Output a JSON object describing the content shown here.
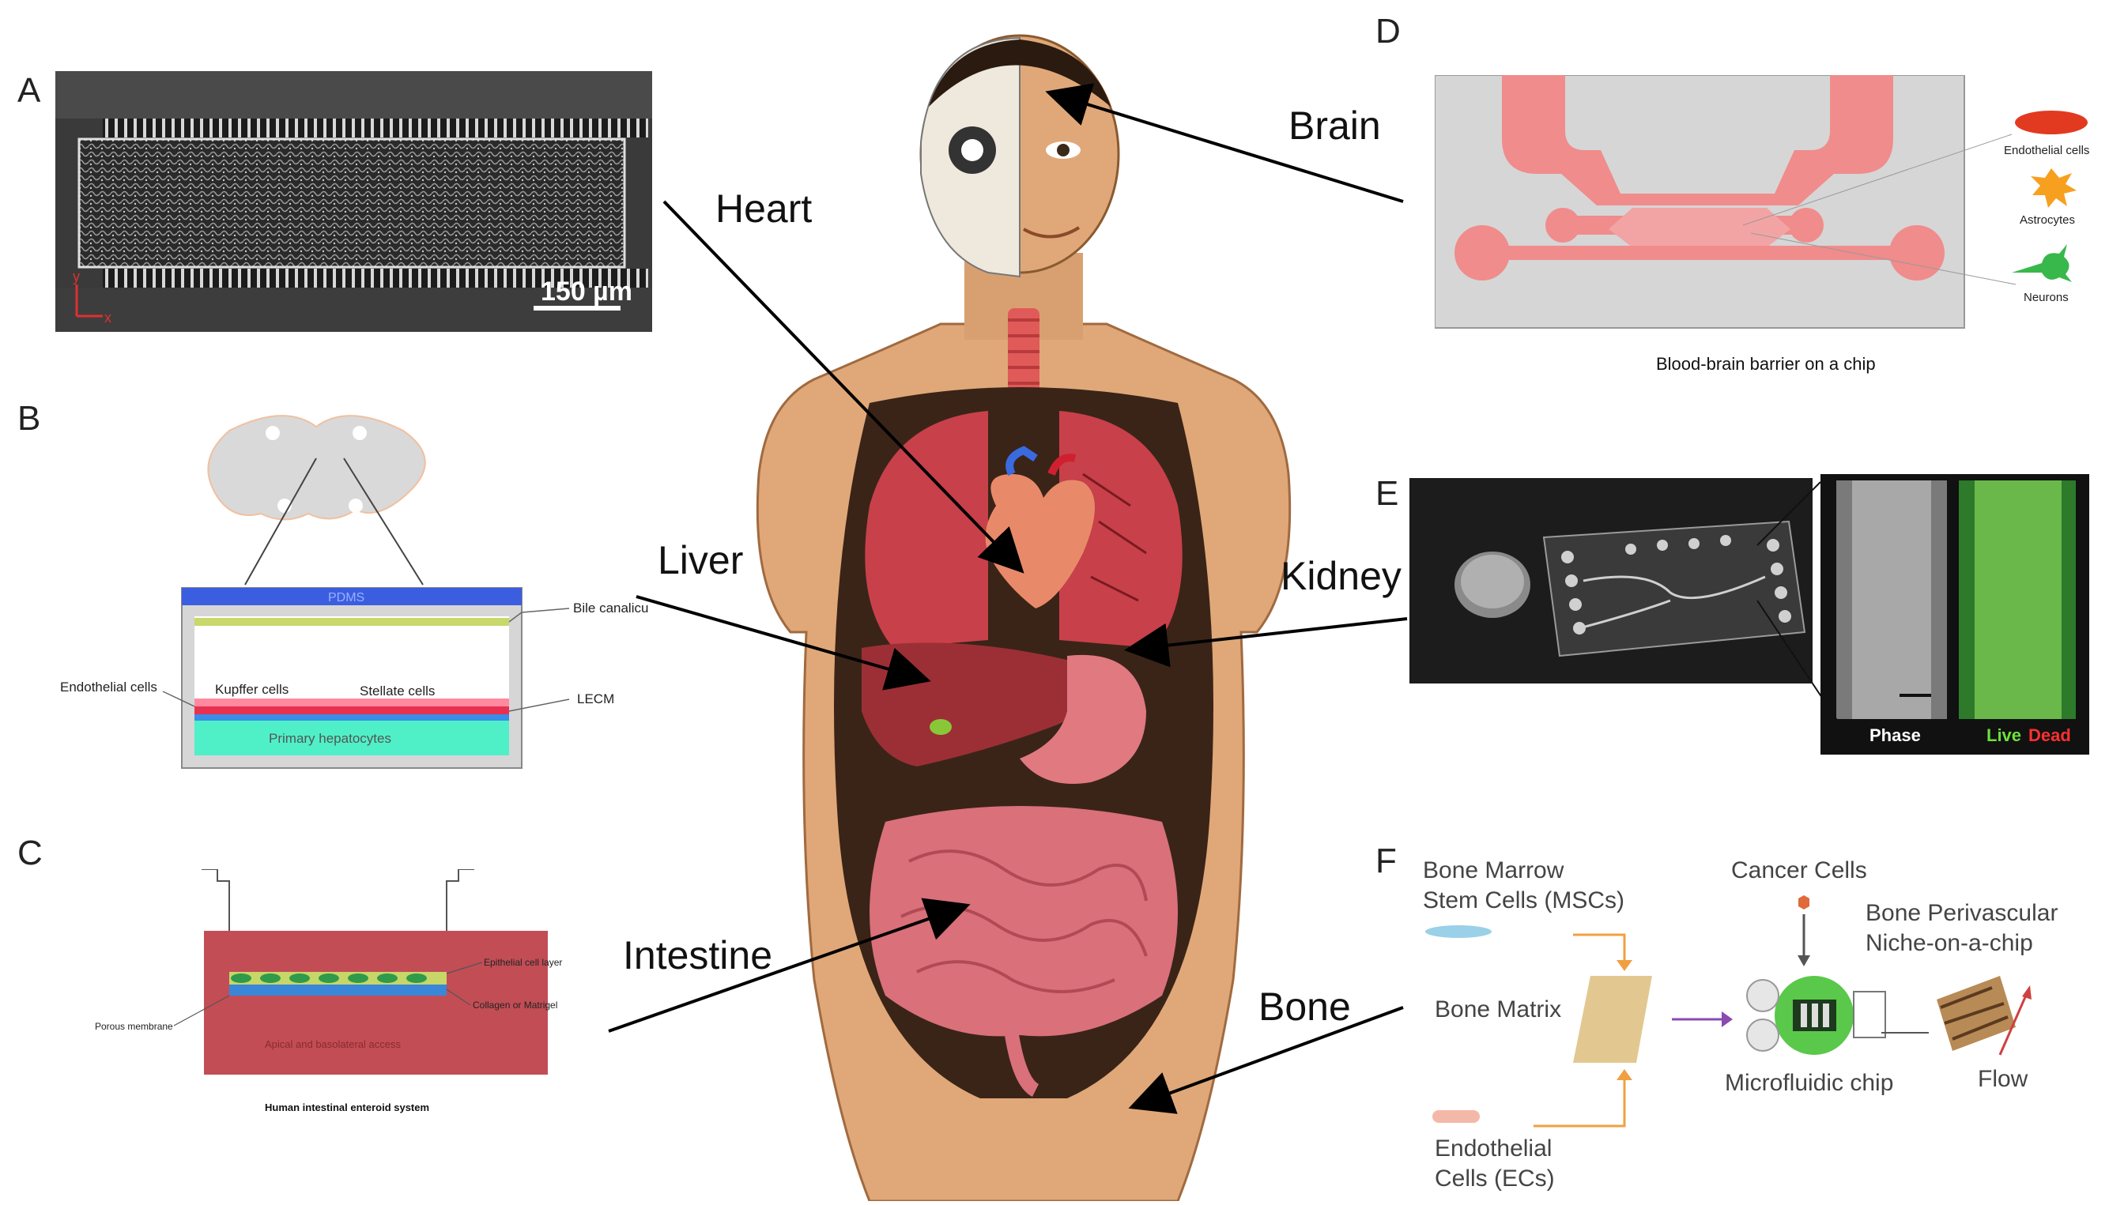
{
  "panels": {
    "A": {
      "letter": "A",
      "scale_bar": "150 µm",
      "axis_x": "x",
      "axis_y": "y"
    },
    "B": {
      "letter": "B",
      "pdms": "PDMS",
      "bile": "Bile canaliculi",
      "endothelial": "Endothelial cells",
      "kupffer": "Kupffer cells",
      "stellate": "Stellate cells",
      "lecm": "LECM",
      "hepatocytes": "Primary hepatocytes"
    },
    "C": {
      "letter": "C",
      "epithelial": "Epithelial cell layer",
      "collagen": "Collagen or Matrigel",
      "porous": "Porous membrane",
      "access": "Apical and basolateral access",
      "caption": "Human intestinal enteroid system"
    },
    "D": {
      "letter": "D",
      "endothelial": "Endothelial cells",
      "astrocytes": "Astrocytes",
      "neurons": "Neurons",
      "caption": "Blood-brain barrier on a chip"
    },
    "E": {
      "letter": "E",
      "phase": "Phase",
      "live": "Live",
      "dead": "Dead"
    },
    "F": {
      "letter": "F",
      "bmsc_1": "Bone Marrow",
      "bmsc_2": "Stem Cells (MSCs)",
      "cancer": "Cancer Cells",
      "niche_1": "Bone Perivascular",
      "niche_2": "Niche-on-a-chip",
      "matrix": "Bone Matrix",
      "chip": "Microfluidic chip",
      "flow": "Flow",
      "ec_1": "Endothelial",
      "ec_2": "Cells (ECs)"
    }
  },
  "organs": {
    "heart": "Heart",
    "liver": "Liver",
    "intestine": "Intestine",
    "brain": "Brain",
    "kidney": "Kidney",
    "bone": "Bone"
  },
  "colors": {
    "skin": "#e0a878",
    "lung": "#c8404a",
    "liver": "#9c2f35",
    "intestine": "#d9707a",
    "chip_pink": "#f08c8c",
    "chip_gray": "#d6d6d6"
  }
}
